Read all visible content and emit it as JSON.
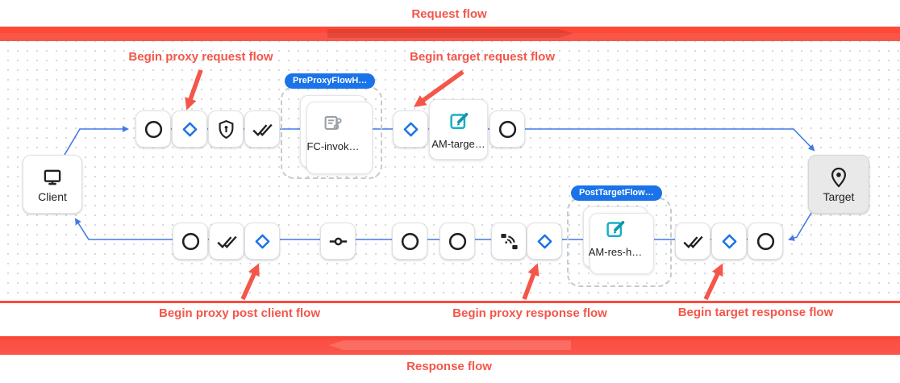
{
  "banners": {
    "request_label": "Request flow",
    "response_label": "Response flow"
  },
  "annotations": {
    "begin_proxy_request": "Begin proxy request flow",
    "begin_target_request": "Begin target request flow",
    "begin_proxy_post_client": "Begin proxy post client flow",
    "begin_proxy_response": "Begin proxy response flow",
    "begin_target_response": "Begin target response flow"
  },
  "endpoints": {
    "client_label": "Client",
    "target_label": "Target"
  },
  "flow_groups": {
    "pre_proxy": {
      "badge": "PreProxyFlowH…",
      "policy_label": "FC-invok…",
      "policy_icon": "flow-callout-icon"
    },
    "post_target": {
      "badge": "PostTargetFlow…",
      "policy_label": "AM-res-h…",
      "policy_icon": "assign-message-icon"
    }
  },
  "policies": {
    "am_target_label": "AM-targe…",
    "am_target_icon": "assign-message-icon"
  },
  "request_flow_steps": [
    "circle-step",
    "flow-marker-diamond",
    "security-shield-step",
    "double-check-step",
    "pre-proxy-group",
    "flow-marker-diamond",
    "am-target-policy",
    "circle-step"
  ],
  "response_flow_steps": [
    "circle-step",
    "double-check-step",
    "flow-marker-diamond",
    "commit-step",
    "circle-step",
    "circle-step",
    "wireless-step",
    "flow-marker-diamond",
    "post-target-group",
    "double-check-step",
    "flow-marker-diamond",
    "circle-step"
  ],
  "response_flow_direction": "right-to-left",
  "colors": {
    "banner_red": "#fb4b3c",
    "annotation_red": "#f4564a",
    "connector_blue": "#4379e6",
    "accent_blue": "#1a73e8",
    "policy_teal": "#17b0c4",
    "node_ink": "#202124",
    "target_fill": "#e9e9e9"
  }
}
